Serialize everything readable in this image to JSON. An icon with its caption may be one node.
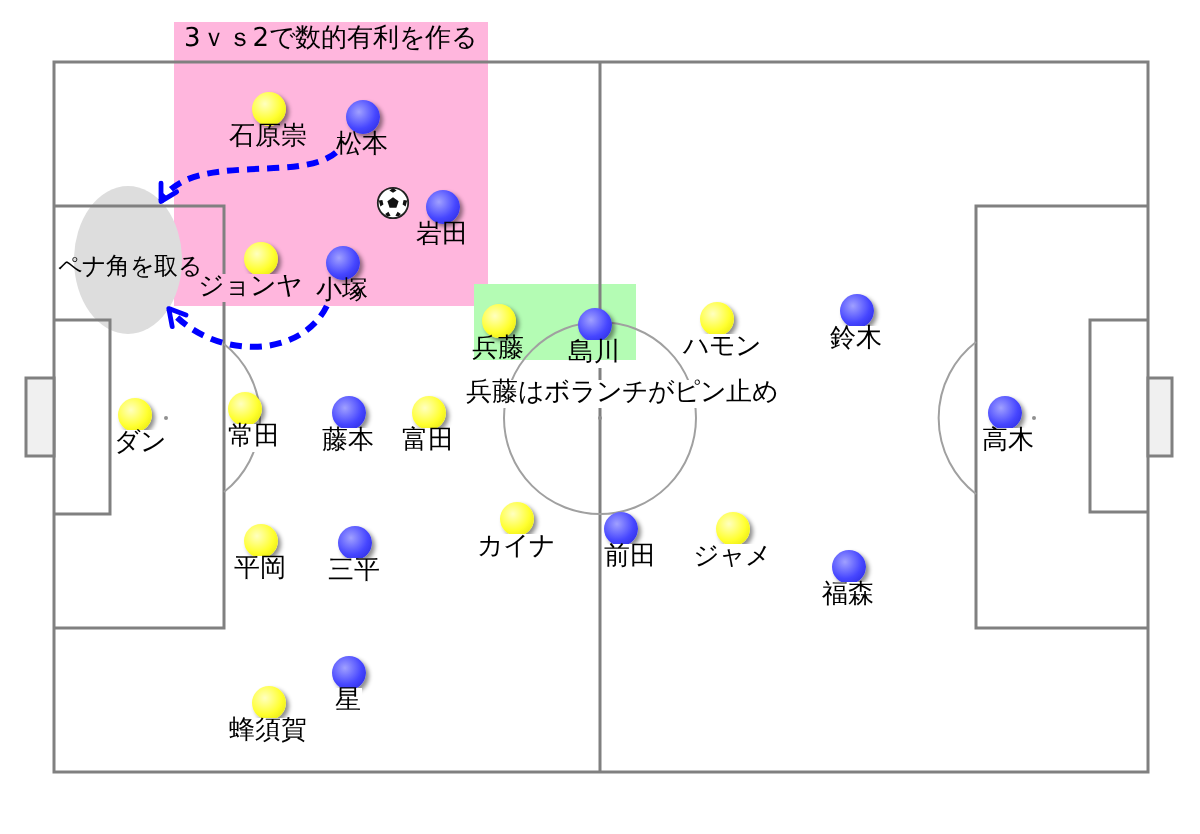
{
  "diagram": {
    "nodes": [
      {
        "text": [
          "3ｖｓ2で数的有利を作る"
        ]
      },
      {
        "text": [
          "石原崇"
        ],
        "in": 0
      },
      {
        "text": [
          "松本"
        ],
        "in": 0
      },
      {
        "text": [
          "岩田"
        ],
        "in": 0
      },
      {
        "text": [
          "ジョンヤ"
        ],
        "in": 0
      },
      {
        "text": [
          "小塚"
        ],
        "in": 0
      },
      {
        "text": [
          "ペナ角を取る"
        ]
      },
      {
        "text": [],
        "shape": "box",
        "beside": [
          "兵藤はボランチがピン止め"
        ]
      },
      {
        "text": [
          "兵藤"
        ],
        "in": 7
      },
      {
        "text": [
          "島川"
        ],
        "in": 7
      },
      {
        "text": [
          "ハモン"
        ]
      },
      {
        "text": [
          "鈴木"
        ]
      },
      {
        "text": [
          "ダン"
        ]
      },
      {
        "text": [
          "常田"
        ]
      },
      {
        "text": [
          "藤本"
        ]
      },
      {
        "text": [
          "富田"
        ]
      },
      {
        "text": [
          "高木"
        ]
      },
      {
        "text": [
          "カイナ"
        ]
      },
      {
        "text": [
          "前田"
        ]
      },
      {
        "text": [
          "ジャメ"
        ]
      },
      {
        "text": [
          "平岡"
        ]
      },
      {
        "text": [
          "三平"
        ]
      },
      {
        "text": [
          "福森"
        ]
      },
      {
        "text": [
          "星"
        ]
      },
      {
        "text": [
          "蜂須賀"
        ]
      }
    ],
    "edges": [
      {
        "from": 2,
        "to": 6,
        "arrow": "to",
        "style": "dashed"
      },
      {
        "from": 5,
        "to": 6,
        "arrow": "to",
        "style": "dashed"
      }
    ]
  }
}
